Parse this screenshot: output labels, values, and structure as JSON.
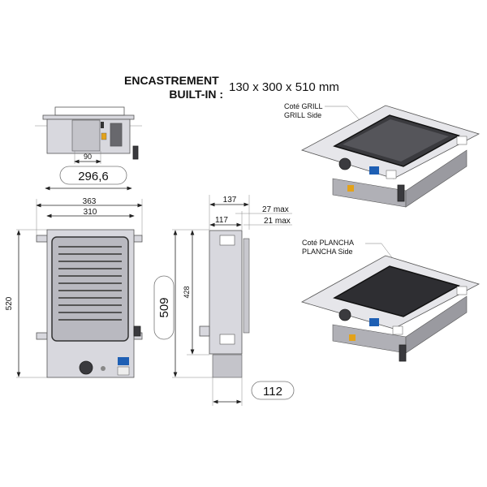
{
  "title": {
    "line1": "ENCASTREMENT",
    "line2": "BUILT-IN :",
    "dimensions": "130 x 300 x 510  mm"
  },
  "top_view": {
    "dim_inner": "90",
    "dim_total": "296,6"
  },
  "front_view": {
    "dim_width_outer": "363",
    "dim_width_inner": "310",
    "dim_height": "520"
  },
  "side_view": {
    "dim_depth_outer": "137",
    "dim_depth_inner": "117",
    "dim_max_27": "27  max",
    "dim_max_21": "21  max",
    "dim_height_outer": "509",
    "dim_height_inner": "428",
    "dim_bottom": "112"
  },
  "iso_views": [
    {
      "label_fr": "Coté GRILL",
      "label_en": "GRILL Side"
    },
    {
      "label_fr": "Coté PLANCHA",
      "label_en": "PLANCHA Side"
    }
  ],
  "colors": {
    "accent_blue": "#1e5fb4",
    "accent_yellow": "#e3a21a"
  }
}
